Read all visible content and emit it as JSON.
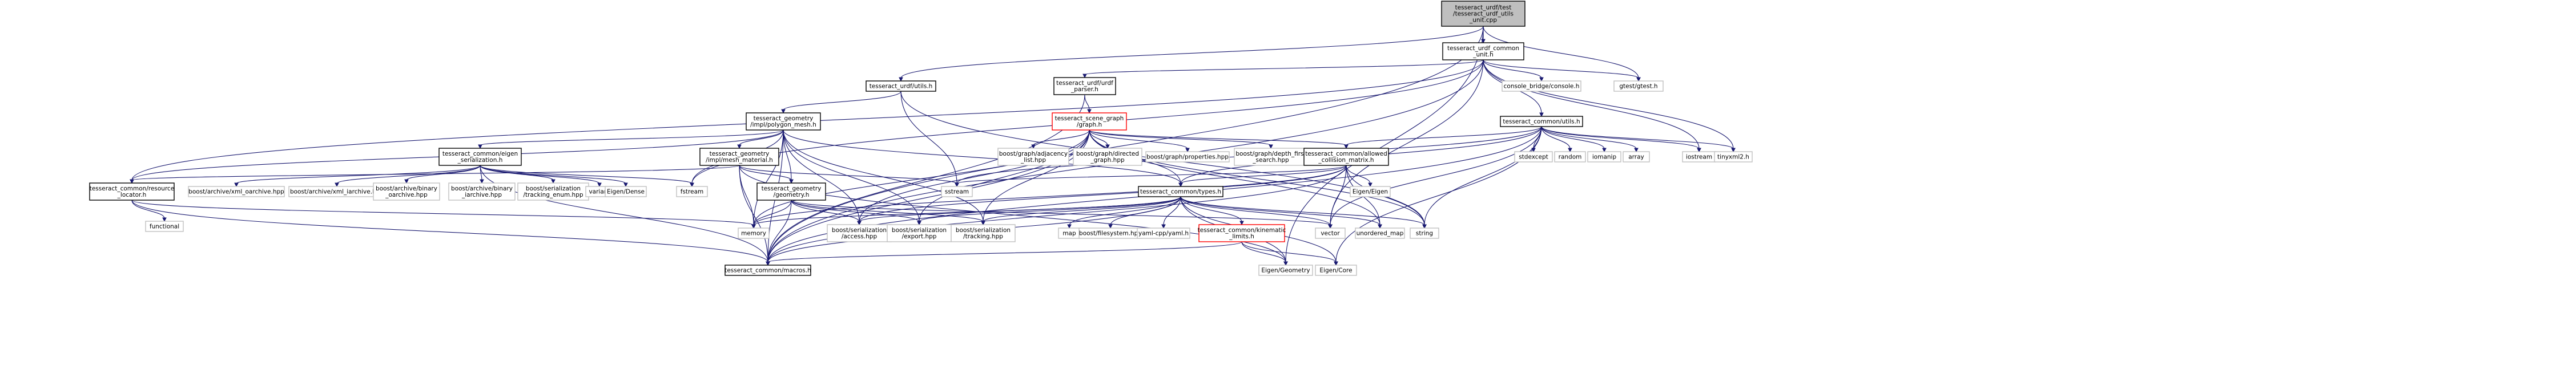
{
  "diagram": {
    "nodes": [
      {
        "id": "root",
        "lines": [
          "tesseract_urdf/test",
          "/tesseract_urdf_utils",
          "_unit.cpp"
        ],
        "style": "root"
      },
      {
        "id": "common_unit",
        "lines": [
          "tesseract_urdf_common",
          "_unit.h"
        ],
        "style": "box"
      },
      {
        "id": "urdf_utils",
        "lines": [
          "tesseract_urdf/utils.h"
        ],
        "style": "box"
      },
      {
        "id": "urdf_parser",
        "lines": [
          "tesseract_urdf/urdf",
          "_parser.h"
        ],
        "style": "box"
      },
      {
        "id": "console_bridge",
        "lines": [
          "console_bridge/console.h"
        ],
        "style": "plain"
      },
      {
        "id": "gtest",
        "lines": [
          "gtest/gtest.h"
        ],
        "style": "plain"
      },
      {
        "id": "polygon_mesh",
        "lines": [
          "tesseract_geometry",
          "/impl/polygon_mesh.h"
        ],
        "style": "box"
      },
      {
        "id": "scene_graph",
        "lines": [
          "tesseract_scene_graph",
          "/graph.h"
        ],
        "style": "red"
      },
      {
        "id": "common_utils",
        "lines": [
          "tesseract_common/utils.h"
        ],
        "style": "box"
      },
      {
        "id": "eigen_serialization",
        "lines": [
          "tesseract_common/eigen",
          "_serialization.h"
        ],
        "style": "box"
      },
      {
        "id": "mesh_material",
        "lines": [
          "tesseract_geometry",
          "/impl/mesh_material.h"
        ],
        "style": "box"
      },
      {
        "id": "adjacency_list",
        "lines": [
          "boost/graph/adjacency",
          "_list.hpp"
        ],
        "style": "plain"
      },
      {
        "id": "directed_graph",
        "lines": [
          "boost/graph/directed",
          "_graph.hpp"
        ],
        "style": "plain"
      },
      {
        "id": "graph_properties",
        "lines": [
          "boost/graph/properties.hpp"
        ],
        "style": "plain"
      },
      {
        "id": "depth_first",
        "lines": [
          "boost/graph/depth_first",
          "_search.hpp"
        ],
        "style": "plain"
      },
      {
        "id": "allowed_collision",
        "lines": [
          "tesseract_common/allowed",
          "_collision_matrix.h"
        ],
        "style": "box"
      },
      {
        "id": "stdexcept",
        "lines": [
          "stdexcept"
        ],
        "style": "plain"
      },
      {
        "id": "random",
        "lines": [
          "random"
        ],
        "style": "plain"
      },
      {
        "id": "iomanip",
        "lines": [
          "iomanip"
        ],
        "style": "plain"
      },
      {
        "id": "array",
        "lines": [
          "array"
        ],
        "style": "plain"
      },
      {
        "id": "iostream",
        "lines": [
          "iostream"
        ],
        "style": "plain"
      },
      {
        "id": "tinyxml2",
        "lines": [
          "tinyxml2.h"
        ],
        "style": "plain"
      },
      {
        "id": "resource_locator",
        "lines": [
          "tesseract_common/resource",
          "_locator.h"
        ],
        "style": "box"
      },
      {
        "id": "xml_oarchive",
        "lines": [
          "boost/archive/xml_oarchive.hpp"
        ],
        "style": "plain"
      },
      {
        "id": "xml_iarchive",
        "lines": [
          "boost/archive/xml_iarchive.hpp"
        ],
        "style": "plain"
      },
      {
        "id": "binary_oarchive",
        "lines": [
          "boost/archive/binary",
          "_oarchive.hpp"
        ],
        "style": "plain"
      },
      {
        "id": "binary_iarchive",
        "lines": [
          "boost/archive/binary",
          "_iarchive.hpp"
        ],
        "style": "plain"
      },
      {
        "id": "tracking_enum",
        "lines": [
          "boost/serialization",
          "/tracking_enum.hpp"
        ],
        "style": "plain"
      },
      {
        "id": "variant",
        "lines": [
          "variant"
        ],
        "style": "plain"
      },
      {
        "id": "eigen_dense",
        "lines": [
          "Eigen/Dense"
        ],
        "style": "plain"
      },
      {
        "id": "fstream",
        "lines": [
          "fstream"
        ],
        "style": "plain"
      },
      {
        "id": "geometry_h",
        "lines": [
          "tesseract_geometry",
          "/geometry.h"
        ],
        "style": "box"
      },
      {
        "id": "sstream",
        "lines": [
          "sstream"
        ],
        "style": "plain"
      },
      {
        "id": "eigen_eigen",
        "lines": [
          "Eigen/Eigen"
        ],
        "style": "plain"
      },
      {
        "id": "common_types",
        "lines": [
          "tesseract_common/types.h"
        ],
        "style": "box"
      },
      {
        "id": "functional",
        "lines": [
          "functional"
        ],
        "style": "plain"
      },
      {
        "id": "memory",
        "lines": [
          "memory"
        ],
        "style": "plain"
      },
      {
        "id": "ser_access",
        "lines": [
          "boost/serialization",
          "/access.hpp"
        ],
        "style": "plain"
      },
      {
        "id": "ser_export",
        "lines": [
          "boost/serialization",
          "/export.hpp"
        ],
        "style": "plain"
      },
      {
        "id": "ser_tracking",
        "lines": [
          "boost/serialization",
          "/tracking.hpp"
        ],
        "style": "plain"
      },
      {
        "id": "map",
        "lines": [
          "map"
        ],
        "style": "plain"
      },
      {
        "id": "boost_filesystem",
        "lines": [
          "boost/filesystem.hpp"
        ],
        "style": "plain"
      },
      {
        "id": "yaml_cpp",
        "lines": [
          "yaml-cpp/yaml.h"
        ],
        "style": "plain"
      },
      {
        "id": "kinematic_limits",
        "lines": [
          "tesseract_common/kinematic",
          "_limits.h"
        ],
        "style": "red"
      },
      {
        "id": "vector",
        "lines": [
          "vector"
        ],
        "style": "plain"
      },
      {
        "id": "unordered_map",
        "lines": [
          "unordered_map"
        ],
        "style": "plain"
      },
      {
        "id": "string",
        "lines": [
          "string"
        ],
        "style": "plain"
      },
      {
        "id": "common_macros",
        "lines": [
          "tesseract_common/macros.h"
        ],
        "style": "box"
      },
      {
        "id": "eigen_geometry",
        "lines": [
          "Eigen/Geometry"
        ],
        "style": "plain"
      },
      {
        "id": "eigen_core",
        "lines": [
          "Eigen/Core"
        ],
        "style": "plain"
      }
    ],
    "edges": [
      [
        "root",
        "common_unit"
      ],
      [
        "root",
        "urdf_utils"
      ],
      [
        "root",
        "gtest"
      ],
      [
        "root",
        "common_macros"
      ],
      [
        "root",
        "eigen_geometry"
      ],
      [
        "common_unit",
        "urdf_parser"
      ],
      [
        "common_unit",
        "console_bridge"
      ],
      [
        "common_unit",
        "gtest"
      ],
      [
        "common_unit",
        "common_utils"
      ],
      [
        "common_unit",
        "tinyxml2"
      ],
      [
        "common_unit",
        "fstream"
      ],
      [
        "common_unit",
        "vector"
      ],
      [
        "common_unit",
        "resource_locator"
      ],
      [
        "common_unit",
        "common_macros"
      ],
      [
        "common_unit",
        "iostream"
      ],
      [
        "urdf_utils",
        "polygon_mesh"
      ],
      [
        "urdf_utils",
        "sstream"
      ],
      [
        "urdf_utils",
        "string"
      ],
      [
        "urdf_parser",
        "scene_graph"
      ],
      [
        "urdf_parser",
        "common_macros"
      ],
      [
        "polygon_mesh",
        "eigen_serialization"
      ],
      [
        "polygon_mesh",
        "mesh_material"
      ],
      [
        "polygon_mesh",
        "geometry_h"
      ],
      [
        "polygon_mesh",
        "resource_locator"
      ],
      [
        "polygon_mesh",
        "common_types"
      ],
      [
        "polygon_mesh",
        "ser_access"
      ],
      [
        "polygon_mesh",
        "ser_export"
      ],
      [
        "polygon_mesh",
        "ser_tracking"
      ],
      [
        "polygon_mesh",
        "common_macros"
      ],
      [
        "polygon_mesh",
        "memory"
      ],
      [
        "polygon_mesh",
        "fstream"
      ],
      [
        "scene_graph",
        "adjacency_list"
      ],
      [
        "scene_graph",
        "directed_graph"
      ],
      [
        "scene_graph",
        "graph_properties"
      ],
      [
        "scene_graph",
        "depth_first"
      ],
      [
        "scene_graph",
        "allowed_collision"
      ],
      [
        "scene_graph",
        "common_types"
      ],
      [
        "scene_graph",
        "ser_access"
      ],
      [
        "scene_graph",
        "ser_export"
      ],
      [
        "scene_graph",
        "ser_tracking"
      ],
      [
        "scene_graph",
        "string"
      ],
      [
        "scene_graph",
        "common_macros"
      ],
      [
        "scene_graph",
        "unordered_map"
      ],
      [
        "scene_graph",
        "memory"
      ],
      [
        "common_utils",
        "stdexcept"
      ],
      [
        "common_utils",
        "random"
      ],
      [
        "common_utils",
        "iomanip"
      ],
      [
        "common_utils",
        "array"
      ],
      [
        "common_utils",
        "iostream"
      ],
      [
        "common_utils",
        "tinyxml2"
      ],
      [
        "common_utils",
        "allowed_collision"
      ],
      [
        "common_utils",
        "common_types"
      ],
      [
        "common_utils",
        "vector"
      ],
      [
        "common_utils",
        "string"
      ],
      [
        "common_utils",
        "eigen_core"
      ],
      [
        "common_utils",
        "common_macros"
      ],
      [
        "common_utils",
        "sstream"
      ],
      [
        "eigen_serialization",
        "xml_oarchive"
      ],
      [
        "eigen_serialization",
        "xml_iarchive"
      ],
      [
        "eigen_serialization",
        "binary_oarchive"
      ],
      [
        "eigen_serialization",
        "binary_iarchive"
      ],
      [
        "eigen_serialization",
        "tracking_enum"
      ],
      [
        "eigen_serialization",
        "variant"
      ],
      [
        "eigen_serialization",
        "eigen_dense"
      ],
      [
        "eigen_serialization",
        "fstream"
      ],
      [
        "eigen_serialization",
        "common_macros"
      ],
      [
        "mesh_material",
        "geometry_h"
      ],
      [
        "mesh_material",
        "resource_locator"
      ],
      [
        "mesh_material",
        "memory"
      ],
      [
        "mesh_material",
        "eigen_geometry"
      ],
      [
        "mesh_material",
        "common_macros"
      ],
      [
        "mesh_material",
        "sstream"
      ],
      [
        "geometry_h",
        "memory"
      ],
      [
        "geometry_h",
        "ser_access"
      ],
      [
        "geometry_h",
        "ser_export"
      ],
      [
        "geometry_h",
        "ser_tracking"
      ],
      [
        "geometry_h",
        "vector"
      ],
      [
        "geometry_h",
        "common_macros"
      ],
      [
        "allowed_collision",
        "eigen_eigen"
      ],
      [
        "allowed_collision",
        "common_types"
      ],
      [
        "allowed_collision",
        "unordered_map"
      ],
      [
        "allowed_collision",
        "vector"
      ],
      [
        "allowed_collision",
        "string"
      ],
      [
        "allowed_collision",
        "memory"
      ],
      [
        "allowed_collision",
        "ser_access"
      ],
      [
        "allowed_collision",
        "common_macros"
      ],
      [
        "allowed_collision",
        "sstream"
      ],
      [
        "common_types",
        "map"
      ],
      [
        "common_types",
        "boost_filesystem"
      ],
      [
        "common_types",
        "yaml_cpp"
      ],
      [
        "common_types",
        "kinematic_limits"
      ],
      [
        "common_types",
        "vector"
      ],
      [
        "common_types",
        "unordered_map"
      ],
      [
        "common_types",
        "string"
      ],
      [
        "common_types",
        "memory"
      ],
      [
        "common_types",
        "eigen_geometry"
      ],
      [
        "common_types",
        "eigen_core"
      ],
      [
        "common_types",
        "ser_access"
      ],
      [
        "common_types",
        "ser_export"
      ],
      [
        "common_types",
        "ser_tracking"
      ],
      [
        "common_types",
        "common_macros"
      ],
      [
        "kinematic_limits",
        "eigen_geometry"
      ],
      [
        "kinematic_limits",
        "eigen_core"
      ],
      [
        "kinematic_limits",
        "common_macros"
      ],
      [
        "resource_locator",
        "functional"
      ],
      [
        "resource_locator",
        "memory"
      ],
      [
        "resource_locator",
        "common_macros"
      ]
    ]
  }
}
